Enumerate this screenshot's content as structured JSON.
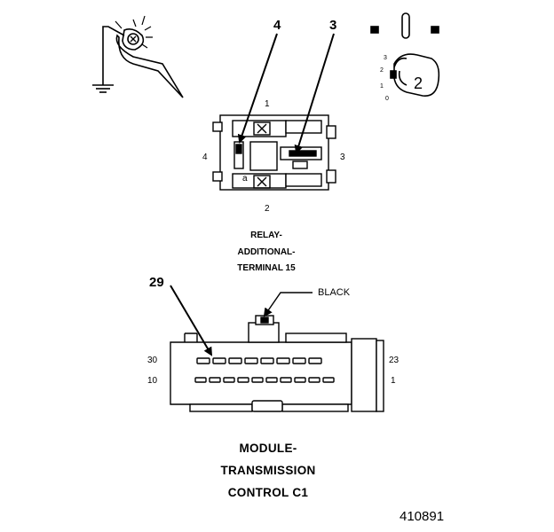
{
  "relay": {
    "callout_left": "4",
    "callout_right": "3",
    "pin_top": "1",
    "pin_left": "4",
    "pin_right": "3",
    "pin_bottom": "2",
    "inner_mark": "a",
    "title_line1": "RELAY-",
    "title_line2": "ADDITIONAL-",
    "title_line3": "TERMINAL 15"
  },
  "ignition_switch": {
    "key_position": "2",
    "positions": [
      "3",
      "2",
      "1",
      "0"
    ]
  },
  "module": {
    "callout_pin": "29",
    "color_callout": "BLACK",
    "pin_top_left": "30",
    "pin_top_right": "23",
    "pin_bottom_left": "10",
    "pin_bottom_right": "1",
    "title_line1": "MODULE-",
    "title_line2": "TRANSMISSION",
    "title_line3": "CONTROL C1"
  },
  "figure_number": "410891",
  "icons": {
    "probe": "test-probe-icon",
    "ground": "ground-symbol-icon",
    "ignition": "ignition-key-icon"
  }
}
